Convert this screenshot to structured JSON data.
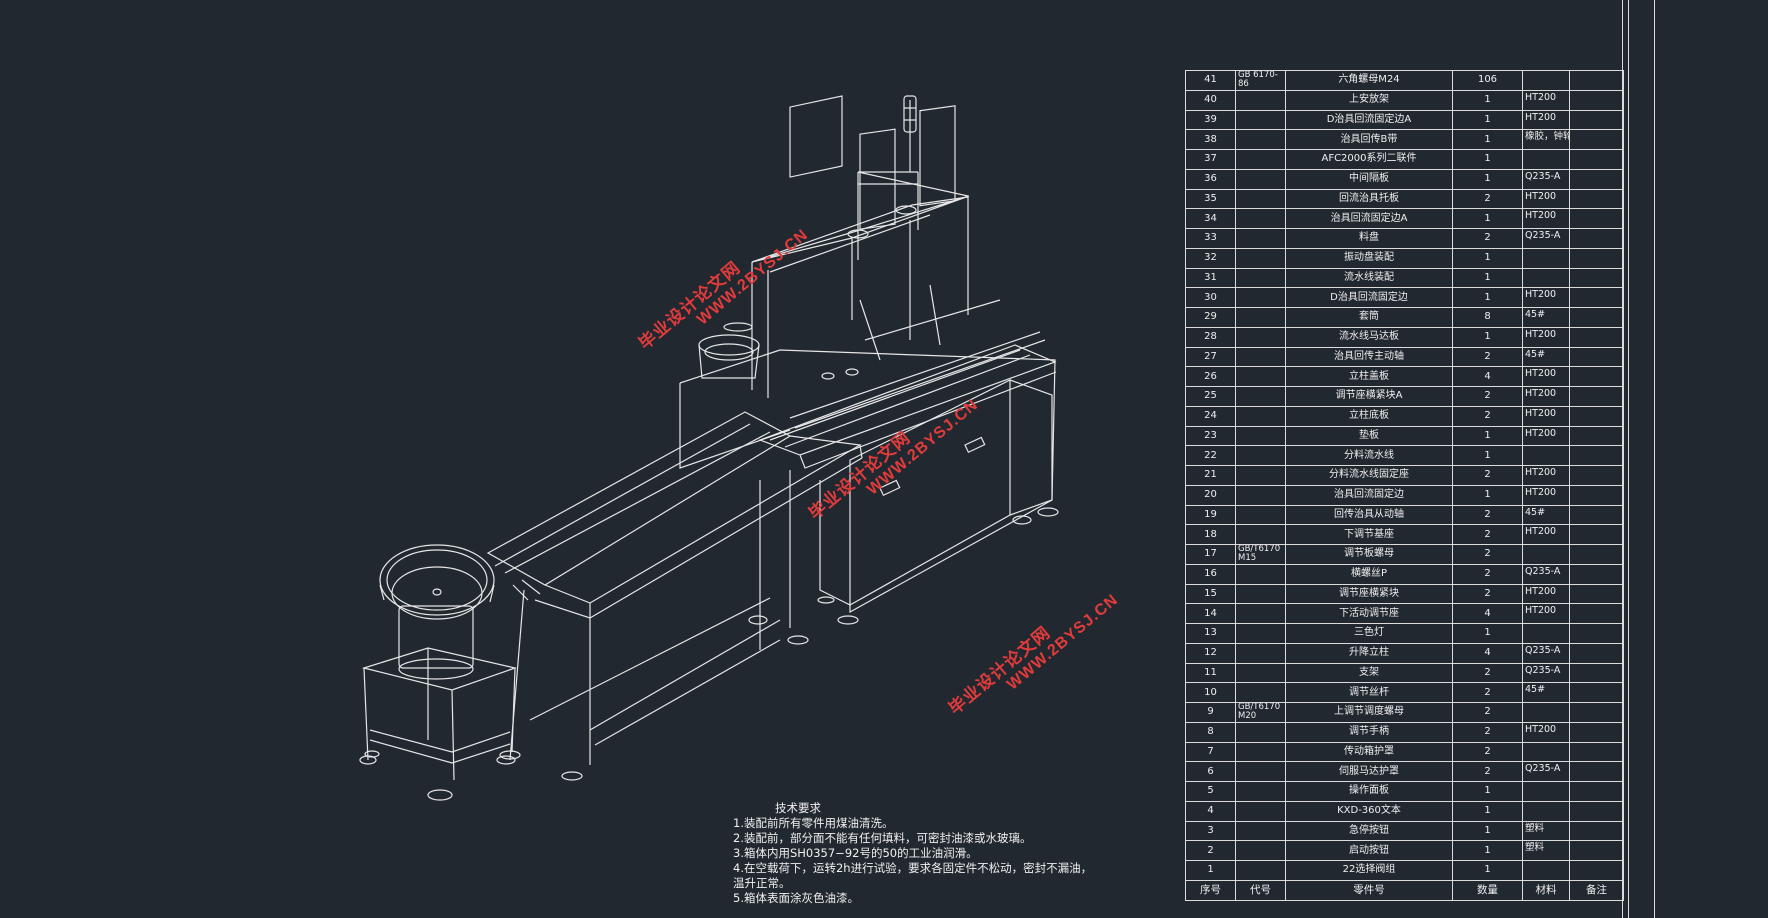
{
  "bom": {
    "rows": [
      [
        "41",
        "GB 6170-86",
        "六角螺母M24",
        "106",
        "",
        ""
      ],
      [
        "40",
        "",
        "上安放架",
        "1",
        "HT200",
        ""
      ],
      [
        "39",
        "",
        "D治具回流固定边A",
        "1",
        "HT200",
        ""
      ],
      [
        "38",
        "",
        "治具回传B带",
        "1",
        "橡胶，钟轮",
        ""
      ],
      [
        "37",
        "",
        "AFC2000系列二联件",
        "1",
        "",
        ""
      ],
      [
        "36",
        "",
        "中间隔板",
        "1",
        "Q235-A",
        ""
      ],
      [
        "35",
        "",
        "回流治具托板",
        "2",
        "HT200",
        ""
      ],
      [
        "34",
        "",
        "治具回流固定边A",
        "1",
        "HT200",
        ""
      ],
      [
        "33",
        "",
        "料盘",
        "2",
        "Q235-A",
        ""
      ],
      [
        "32",
        "",
        "振动盘装配",
        "1",
        "",
        ""
      ],
      [
        "31",
        "",
        "流水线装配",
        "1",
        "",
        ""
      ],
      [
        "30",
        "",
        "D治具回流固定边",
        "1",
        "HT200",
        ""
      ],
      [
        "29",
        "",
        "套筒",
        "8",
        "45#",
        ""
      ],
      [
        "28",
        "",
        "流水线马达板",
        "1",
        "HT200",
        ""
      ],
      [
        "27",
        "",
        "治具回传主动轴",
        "2",
        "45#",
        ""
      ],
      [
        "26",
        "",
        "立柱盖板",
        "4",
        "HT200",
        ""
      ],
      [
        "25",
        "",
        "调节座横紧块A",
        "2",
        "HT200",
        ""
      ],
      [
        "24",
        "",
        "立柱底板",
        "2",
        "HT200",
        ""
      ],
      [
        "23",
        "",
        "垫板",
        "1",
        "HT200",
        ""
      ],
      [
        "22",
        "",
        "分料流水线",
        "1",
        "",
        ""
      ],
      [
        "21",
        "",
        "分料流水线固定座",
        "2",
        "HT200",
        ""
      ],
      [
        "20",
        "",
        "治具回流固定边",
        "1",
        "HT200",
        ""
      ],
      [
        "19",
        "",
        "回传治具从动轴",
        "2",
        "45#",
        ""
      ],
      [
        "18",
        "",
        "下调节基座",
        "2",
        "HT200",
        ""
      ],
      [
        "17",
        "GB/T6170 M15",
        "调节板螺母",
        "2",
        "",
        ""
      ],
      [
        "16",
        "",
        "横螺丝P",
        "2",
        "Q235-A",
        ""
      ],
      [
        "15",
        "",
        "调节座横紧块",
        "2",
        "HT200",
        ""
      ],
      [
        "14",
        "",
        "下活动调节座",
        "4",
        "HT200",
        ""
      ],
      [
        "13",
        "",
        "三色灯",
        "1",
        "",
        ""
      ],
      [
        "12",
        "",
        "升降立柱",
        "4",
        "Q235-A",
        ""
      ],
      [
        "11",
        "",
        "支架",
        "2",
        "Q235-A",
        ""
      ],
      [
        "10",
        "",
        "调节丝杆",
        "2",
        "45#",
        ""
      ],
      [
        "9",
        "GB/T6170 M20",
        "上调节调度螺母",
        "2",
        "",
        ""
      ],
      [
        "8",
        "",
        "调节手柄",
        "2",
        "HT200",
        ""
      ],
      [
        "7",
        "",
        "传动箱护罩",
        "2",
        "",
        ""
      ],
      [
        "6",
        "",
        "伺服马达护罩",
        "2",
        "Q235-A",
        ""
      ],
      [
        "5",
        "",
        "操作面板",
        "1",
        "",
        ""
      ],
      [
        "4",
        "",
        "KXD-360文本",
        "1",
        "",
        ""
      ],
      [
        "3",
        "",
        "急停按钮",
        "1",
        "塑料",
        ""
      ],
      [
        "2",
        "",
        "启动按钮",
        "1",
        "塑料",
        ""
      ],
      [
        "1",
        "",
        "22选择阀组",
        "1",
        "",
        ""
      ]
    ],
    "header": [
      "序号",
      "代号",
      "零件号",
      "数量",
      "材料",
      "备注"
    ]
  },
  "notes": {
    "title": "技术要求",
    "lines": [
      "1.装配前所有零件用煤油清洗。",
      "2.装配前，部分面不能有任何填料，可密封油漆或水玻璃。",
      "3.箱体内用SH0357−92号的50的工业油润滑。",
      "4.在空载荷下，运转2h进行试验，要求各固定件不松动，密封不漏油，",
      "温升正常。",
      "5.箱体表面涂灰色油漆。"
    ]
  },
  "watermark": {
    "line1": "毕业设计论文网",
    "line2": "WWW.2BYSJ.CN",
    "color": "#e23b3b"
  }
}
